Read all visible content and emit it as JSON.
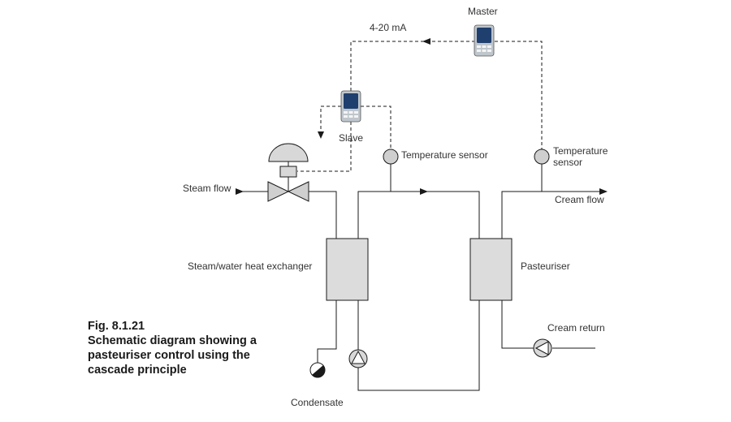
{
  "labels": {
    "signal": "4-20 mA",
    "master": "Master",
    "slave": "Slave",
    "temp_sensor_left": "Temperature sensor",
    "temp_sensor_right_1": "Temperature",
    "temp_sensor_right_2": "sensor",
    "steam_flow": "Steam flow",
    "cream_flow": "Cream flow",
    "heat_exchanger": "Steam/water heat exchanger",
    "pasteuriser": "Pasteuriser",
    "cream_return": "Cream return",
    "condensate": "Condensate"
  },
  "caption": {
    "fig": "Fig. 8.1.21",
    "line1": "Schematic diagram showing a",
    "line2": "pasteuriser control using the",
    "line3": "cascade principle"
  },
  "colors": {
    "line": "#1a1a1a",
    "equipment_fill": "#dcdcdc",
    "controller_body": "#bfc6cc",
    "controller_screen": "#1f3f6e"
  },
  "icons": [
    "controller-icon",
    "control-valve-icon",
    "actuator-icon",
    "temperature-sensor-icon",
    "pump-icon",
    "steam-trap-icon",
    "flow-arrow-icon"
  ]
}
